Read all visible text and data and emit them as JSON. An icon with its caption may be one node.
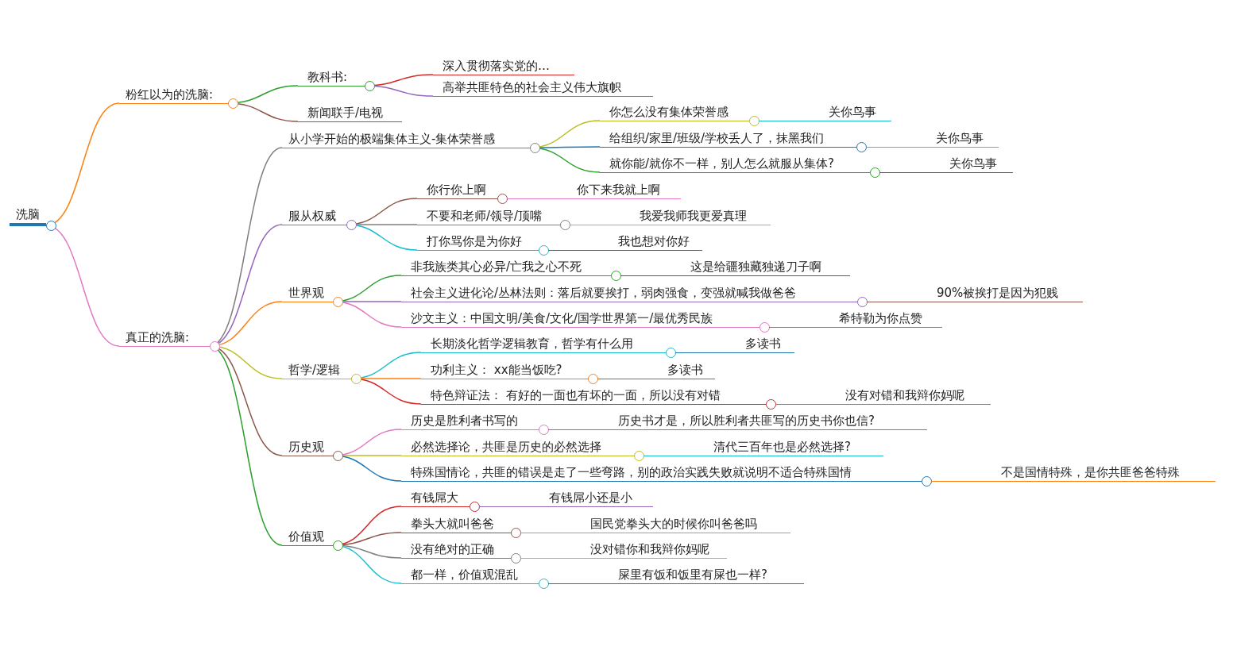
{
  "diagram": {
    "nodes": [
      {
        "text": [
          "洗脑"
        ]
      },
      {
        "text": [
          "粉红以为的洗脑:"
        ]
      },
      {
        "text": [
          "教科书:"
        ]
      },
      {
        "text": [
          "深入贯彻落实党的…"
        ]
      },
      {
        "text": [
          "高举共匪特色的社会主义伟大旗帜"
        ]
      },
      {
        "text": [
          "新闻联手/电视"
        ]
      },
      {
        "text": [
          "真正的洗脑:"
        ]
      },
      {
        "text": [
          "从小学开始的极端集体主义-集体荣誉感"
        ]
      },
      {
        "text": [
          "你怎么没有集体荣誉感"
        ]
      },
      {
        "text": [
          "关你鸟事"
        ]
      },
      {
        "text": [
          "给组织/家里/班级/学校丢人了，抹黑我们"
        ]
      },
      {
        "text": [
          "关你鸟事"
        ]
      },
      {
        "text": [
          "就你能/就你不一样，别人怎么就服从集体?"
        ]
      },
      {
        "text": [
          "关你鸟事"
        ]
      },
      {
        "text": [
          "服从权威"
        ]
      },
      {
        "text": [
          "你行你上啊"
        ]
      },
      {
        "text": [
          "你下来我就上啊"
        ]
      },
      {
        "text": [
          "不要和老师/领导/顶嘴"
        ]
      },
      {
        "text": [
          "我爱我师我更爱真理"
        ]
      },
      {
        "text": [
          "打你骂你是为你好"
        ]
      },
      {
        "text": [
          "我也想对你好"
        ]
      },
      {
        "text": [
          "世界观"
        ]
      },
      {
        "text": [
          "非我族类其心必异/亡我之心不死"
        ]
      },
      {
        "text": [
          "这是给疆独藏独递刀子啊"
        ]
      },
      {
        "text": [
          "社会主义进化论/丛林法则：落后就要挨打，弱肉强食，变强就喊我做爸爸"
        ]
      },
      {
        "text": [
          "90%被挨打是因为犯贱"
        ]
      },
      {
        "text": [
          "沙文主义：中国文明/美食/文化/国学世界第一/最优秀民族"
        ]
      },
      {
        "text": [
          "希特勒为你点赞"
        ]
      },
      {
        "text": [
          "哲学/逻辑"
        ]
      },
      {
        "text": [
          "长期淡化哲学逻辑教育，哲学有什么用"
        ]
      },
      {
        "text": [
          "多读书"
        ]
      },
      {
        "text": [
          "功利主义： xx能当饭吃?"
        ]
      },
      {
        "text": [
          "多读书"
        ]
      },
      {
        "text": [
          "特色辩证法： 有好的一面也有坏的一面，所以没有对错"
        ]
      },
      {
        "text": [
          "没有对错和我辩你妈呢"
        ]
      },
      {
        "text": [
          "历史观"
        ]
      },
      {
        "text": [
          "历史是胜利者书写的"
        ]
      },
      {
        "text": [
          "历史书才是，所以胜利者共匪写的历史书你也信?"
        ]
      },
      {
        "text": [
          "必然选择论，共匪是历史的必然选择"
        ]
      },
      {
        "text": [
          "清代三百年也是必然选择?"
        ]
      },
      {
        "text": [
          "特殊国情论，共匪的错误是走了一些弯路，别的政治实践失败就说明不适合特殊国情"
        ]
      },
      {
        "text": [
          "不是国情特殊，是你共匪爸爸特殊"
        ]
      },
      {
        "text": [
          "价值观"
        ]
      },
      {
        "text": [
          "有钱屌大"
        ]
      },
      {
        "text": [
          "有钱屌小还是小"
        ]
      },
      {
        "text": [
          "拳头大就叫爸爸"
        ]
      },
      {
        "text": [
          "国民党拳头大的时候你叫爸爸吗"
        ]
      },
      {
        "text": [
          "没有绝对的正确"
        ]
      },
      {
        "text": [
          "没对错你和我辩你妈呢"
        ]
      },
      {
        "text": [
          "都一样，价值观混乱"
        ]
      },
      {
        "text": [
          "屎里有饭和饭里有屎也一样?"
        ]
      }
    ],
    "edges": [
      {
        "from": 0,
        "to": 1,
        "arrow": "none",
        "color": "#ff7f0e"
      },
      {
        "from": 1,
        "to": 2,
        "arrow": "none",
        "color": "#2ca02c"
      },
      {
        "from": 2,
        "to": 3,
        "arrow": "none",
        "color": "#d62728"
      },
      {
        "from": 2,
        "to": 4,
        "arrow": "none",
        "color": "#9467bd"
      },
      {
        "from": 1,
        "to": 5,
        "arrow": "none",
        "color": "#8c564b"
      },
      {
        "from": 0,
        "to": 6,
        "arrow": "none",
        "color": "#e377c2"
      },
      {
        "from": 6,
        "to": 7,
        "arrow": "none",
        "color": "#7f7f7f"
      },
      {
        "from": 7,
        "to": 8,
        "arrow": "none",
        "color": "#bcbd22"
      },
      {
        "from": 8,
        "to": 9,
        "arrow": "none",
        "color": "#17becf"
      },
      {
        "from": 7,
        "to": 10,
        "arrow": "none",
        "color": "#1f77b4"
      },
      {
        "from": 10,
        "to": 11,
        "arrow": "none",
        "color": "#ff7f0e"
      },
      {
        "from": 7,
        "to": 12,
        "arrow": "none",
        "color": "#2ca02c"
      },
      {
        "from": 12,
        "to": 13,
        "arrow": "none",
        "color": "#d62728"
      },
      {
        "from": 6,
        "to": 14,
        "arrow": "none",
        "color": "#9467bd"
      },
      {
        "from": 14,
        "to": 15,
        "arrow": "none",
        "color": "#8c564b"
      },
      {
        "from": 15,
        "to": 16,
        "arrow": "none",
        "color": "#e377c2"
      },
      {
        "from": 14,
        "to": 17,
        "arrow": "none",
        "color": "#7f7f7f"
      },
      {
        "from": 17,
        "to": 18,
        "arrow": "none",
        "color": "#bcbd22"
      },
      {
        "from": 14,
        "to": 19,
        "arrow": "none",
        "color": "#17becf"
      },
      {
        "from": 19,
        "to": 20,
        "arrow": "none",
        "color": "#1f77b4"
      },
      {
        "from": 6,
        "to": 21,
        "arrow": "none",
        "color": "#ff7f0e"
      },
      {
        "from": 21,
        "to": 22,
        "arrow": "none",
        "color": "#2ca02c"
      },
      {
        "from": 22,
        "to": 23,
        "arrow": "none",
        "color": "#d62728"
      },
      {
        "from": 21,
        "to": 24,
        "arrow": "none",
        "color": "#9467bd"
      },
      {
        "from": 24,
        "to": 25,
        "arrow": "none",
        "color": "#8c564b"
      },
      {
        "from": 21,
        "to": 26,
        "arrow": "none",
        "color": "#e377c2"
      },
      {
        "from": 26,
        "to": 27,
        "arrow": "none",
        "color": "#7f7f7f"
      },
      {
        "from": 6,
        "to": 28,
        "arrow": "none",
        "color": "#bcbd22"
      },
      {
        "from": 28,
        "to": 29,
        "arrow": "none",
        "color": "#17becf"
      },
      {
        "from": 29,
        "to": 30,
        "arrow": "none",
        "color": "#1f77b4"
      },
      {
        "from": 28,
        "to": 31,
        "arrow": "none",
        "color": "#ff7f0e"
      },
      {
        "from": 31,
        "to": 32,
        "arrow": "none",
        "color": "#2ca02c"
      },
      {
        "from": 28,
        "to": 33,
        "arrow": "none",
        "color": "#d62728"
      },
      {
        "from": 33,
        "to": 34,
        "arrow": "none",
        "color": "#9467bd"
      },
      {
        "from": 6,
        "to": 35,
        "arrow": "none",
        "color": "#8c564b"
      },
      {
        "from": 35,
        "to": 36,
        "arrow": "none",
        "color": "#e377c2"
      },
      {
        "from": 36,
        "to": 37,
        "arrow": "none",
        "color": "#7f7f7f"
      },
      {
        "from": 35,
        "to": 38,
        "arrow": "none",
        "color": "#bcbd22"
      },
      {
        "from": 38,
        "to": 39,
        "arrow": "none",
        "color": "#17becf"
      },
      {
        "from": 35,
        "to": 40,
        "arrow": "none",
        "color": "#1f77b4"
      },
      {
        "from": 40,
        "to": 41,
        "arrow": "none",
        "color": "#ff7f0e"
      },
      {
        "from": 6,
        "to": 42,
        "arrow": "none",
        "color": "#2ca02c"
      },
      {
        "from": 42,
        "to": 43,
        "arrow": "none",
        "color": "#d62728"
      },
      {
        "from": 43,
        "to": 44,
        "arrow": "none",
        "color": "#9467bd"
      },
      {
        "from": 42,
        "to": 45,
        "arrow": "none",
        "color": "#8c564b"
      },
      {
        "from": 45,
        "to": 46,
        "arrow": "none",
        "color": "#e377c2"
      },
      {
        "from": 42,
        "to": 47,
        "arrow": "none",
        "color": "#7f7f7f"
      },
      {
        "from": 47,
        "to": 48,
        "arrow": "none",
        "color": "#bcbd22"
      },
      {
        "from": 42,
        "to": 49,
        "arrow": "none",
        "color": "#17becf"
      },
      {
        "from": 49,
        "to": 50,
        "arrow": "none",
        "color": "#1f77b4"
      }
    ]
  }
}
